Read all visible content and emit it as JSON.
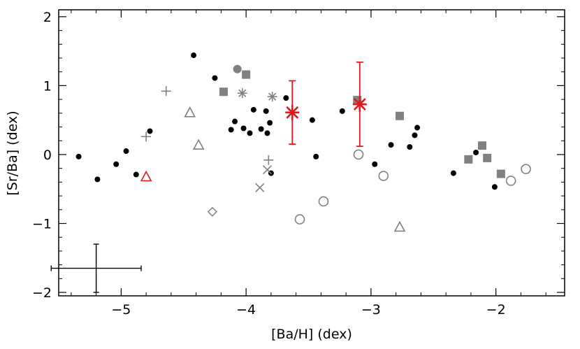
{
  "chart_data": {
    "type": "scatter",
    "title": "",
    "xlabel": "[Ba/H] (dex)",
    "ylabel": "[Sr/Ba] (dex)",
    "xlim": [
      -5.5,
      -1.45
    ],
    "ylim": [
      -2.05,
      2.1
    ],
    "x_ticks": [
      -5,
      -4,
      -3,
      -2
    ],
    "x_tick_labels": [
      "−5",
      "−4",
      "−3",
      "−2"
    ],
    "y_ticks": [
      -2,
      -1,
      0,
      1,
      2
    ],
    "y_tick_labels": [
      "−2",
      "−1",
      "0",
      "1",
      "2"
    ],
    "grid": false,
    "colors": {
      "black": "#000000",
      "gray": "#808080",
      "red": "#e8151b"
    },
    "series": [
      {
        "marker": "filled-circle-small",
        "color": "#000000",
        "points": [
          [
            -5.34,
            -0.03
          ],
          [
            -5.19,
            -0.36
          ],
          [
            -5.04,
            -0.14
          ],
          [
            -4.96,
            0.05
          ],
          [
            -4.88,
            -0.29
          ],
          [
            -4.77,
            0.34
          ],
          [
            -4.42,
            1.44
          ],
          [
            -4.25,
            1.11
          ],
          [
            -4.12,
            0.36
          ],
          [
            -4.09,
            0.48
          ],
          [
            -4.02,
            0.38
          ],
          [
            -3.97,
            0.31
          ],
          [
            -3.94,
            0.65
          ],
          [
            -3.88,
            0.37
          ],
          [
            -3.84,
            0.63
          ],
          [
            -3.83,
            0.31
          ],
          [
            -3.81,
            0.46
          ],
          [
            -3.8,
            -0.27
          ],
          [
            -3.68,
            0.82
          ],
          [
            -3.47,
            0.5
          ],
          [
            -3.44,
            -0.03
          ],
          [
            -3.23,
            0.63
          ],
          [
            -2.97,
            -0.14
          ],
          [
            -2.84,
            0.14
          ],
          [
            -2.69,
            0.11
          ],
          [
            -2.65,
            0.28
          ],
          [
            -2.63,
            0.39
          ],
          [
            -2.34,
            -0.27
          ],
          [
            -2.16,
            0.03
          ],
          [
            -2.01,
            -0.47
          ]
        ]
      },
      {
        "marker": "filled-circle-large",
        "color": "#808080",
        "points": [
          [
            -4.07,
            1.24
          ]
        ]
      },
      {
        "marker": "filled-square",
        "color": "#808080",
        "points": [
          [
            -4.18,
            0.91
          ],
          [
            -4.0,
            1.16
          ],
          [
            -3.11,
            0.79
          ],
          [
            -2.77,
            0.56
          ],
          [
            -2.22,
            -0.07
          ],
          [
            -2.11,
            0.13
          ],
          [
            -2.07,
            -0.05
          ],
          [
            -1.96,
            -0.28
          ]
        ]
      },
      {
        "marker": "open-circle",
        "color": "#808080",
        "points": [
          [
            -3.57,
            -0.94
          ],
          [
            -3.38,
            -0.68
          ],
          [
            -3.1,
            0.0
          ],
          [
            -2.9,
            -0.31
          ],
          [
            -1.88,
            -0.38
          ],
          [
            -1.76,
            -0.21
          ]
        ]
      },
      {
        "marker": "open-triangle",
        "color": "#808080",
        "points": [
          [
            -4.45,
            0.61
          ],
          [
            -4.38,
            0.14
          ],
          [
            -2.77,
            -1.05
          ]
        ]
      },
      {
        "marker": "open-triangle",
        "color": "#e8151b",
        "points": [
          [
            -4.8,
            -0.32
          ]
        ]
      },
      {
        "marker": "plus",
        "color": "#808080",
        "points": [
          [
            -4.64,
            0.92
          ],
          [
            -4.8,
            0.26
          ],
          [
            -3.82,
            -0.08
          ]
        ]
      },
      {
        "marker": "cross",
        "color": "#808080",
        "points": [
          [
            -3.89,
            -0.48
          ],
          [
            -3.83,
            -0.22
          ]
        ]
      },
      {
        "marker": "asterisk",
        "color": "#808080",
        "points": [
          [
            -4.03,
            0.89
          ],
          [
            -3.79,
            0.84
          ]
        ]
      },
      {
        "marker": "open-diamond",
        "color": "#808080",
        "points": [
          [
            -4.27,
            -0.83
          ]
        ]
      },
      {
        "marker": "asterisk-large-errorbar",
        "color": "#e8151b",
        "points": [
          [
            -3.63,
            0.61,
            0.46
          ],
          [
            -3.09,
            0.73,
            0.61
          ]
        ]
      }
    ],
    "typical_error": {
      "x": -5.2,
      "y": -1.65,
      "dx": 0.36,
      "dy": 0.35
    }
  }
}
